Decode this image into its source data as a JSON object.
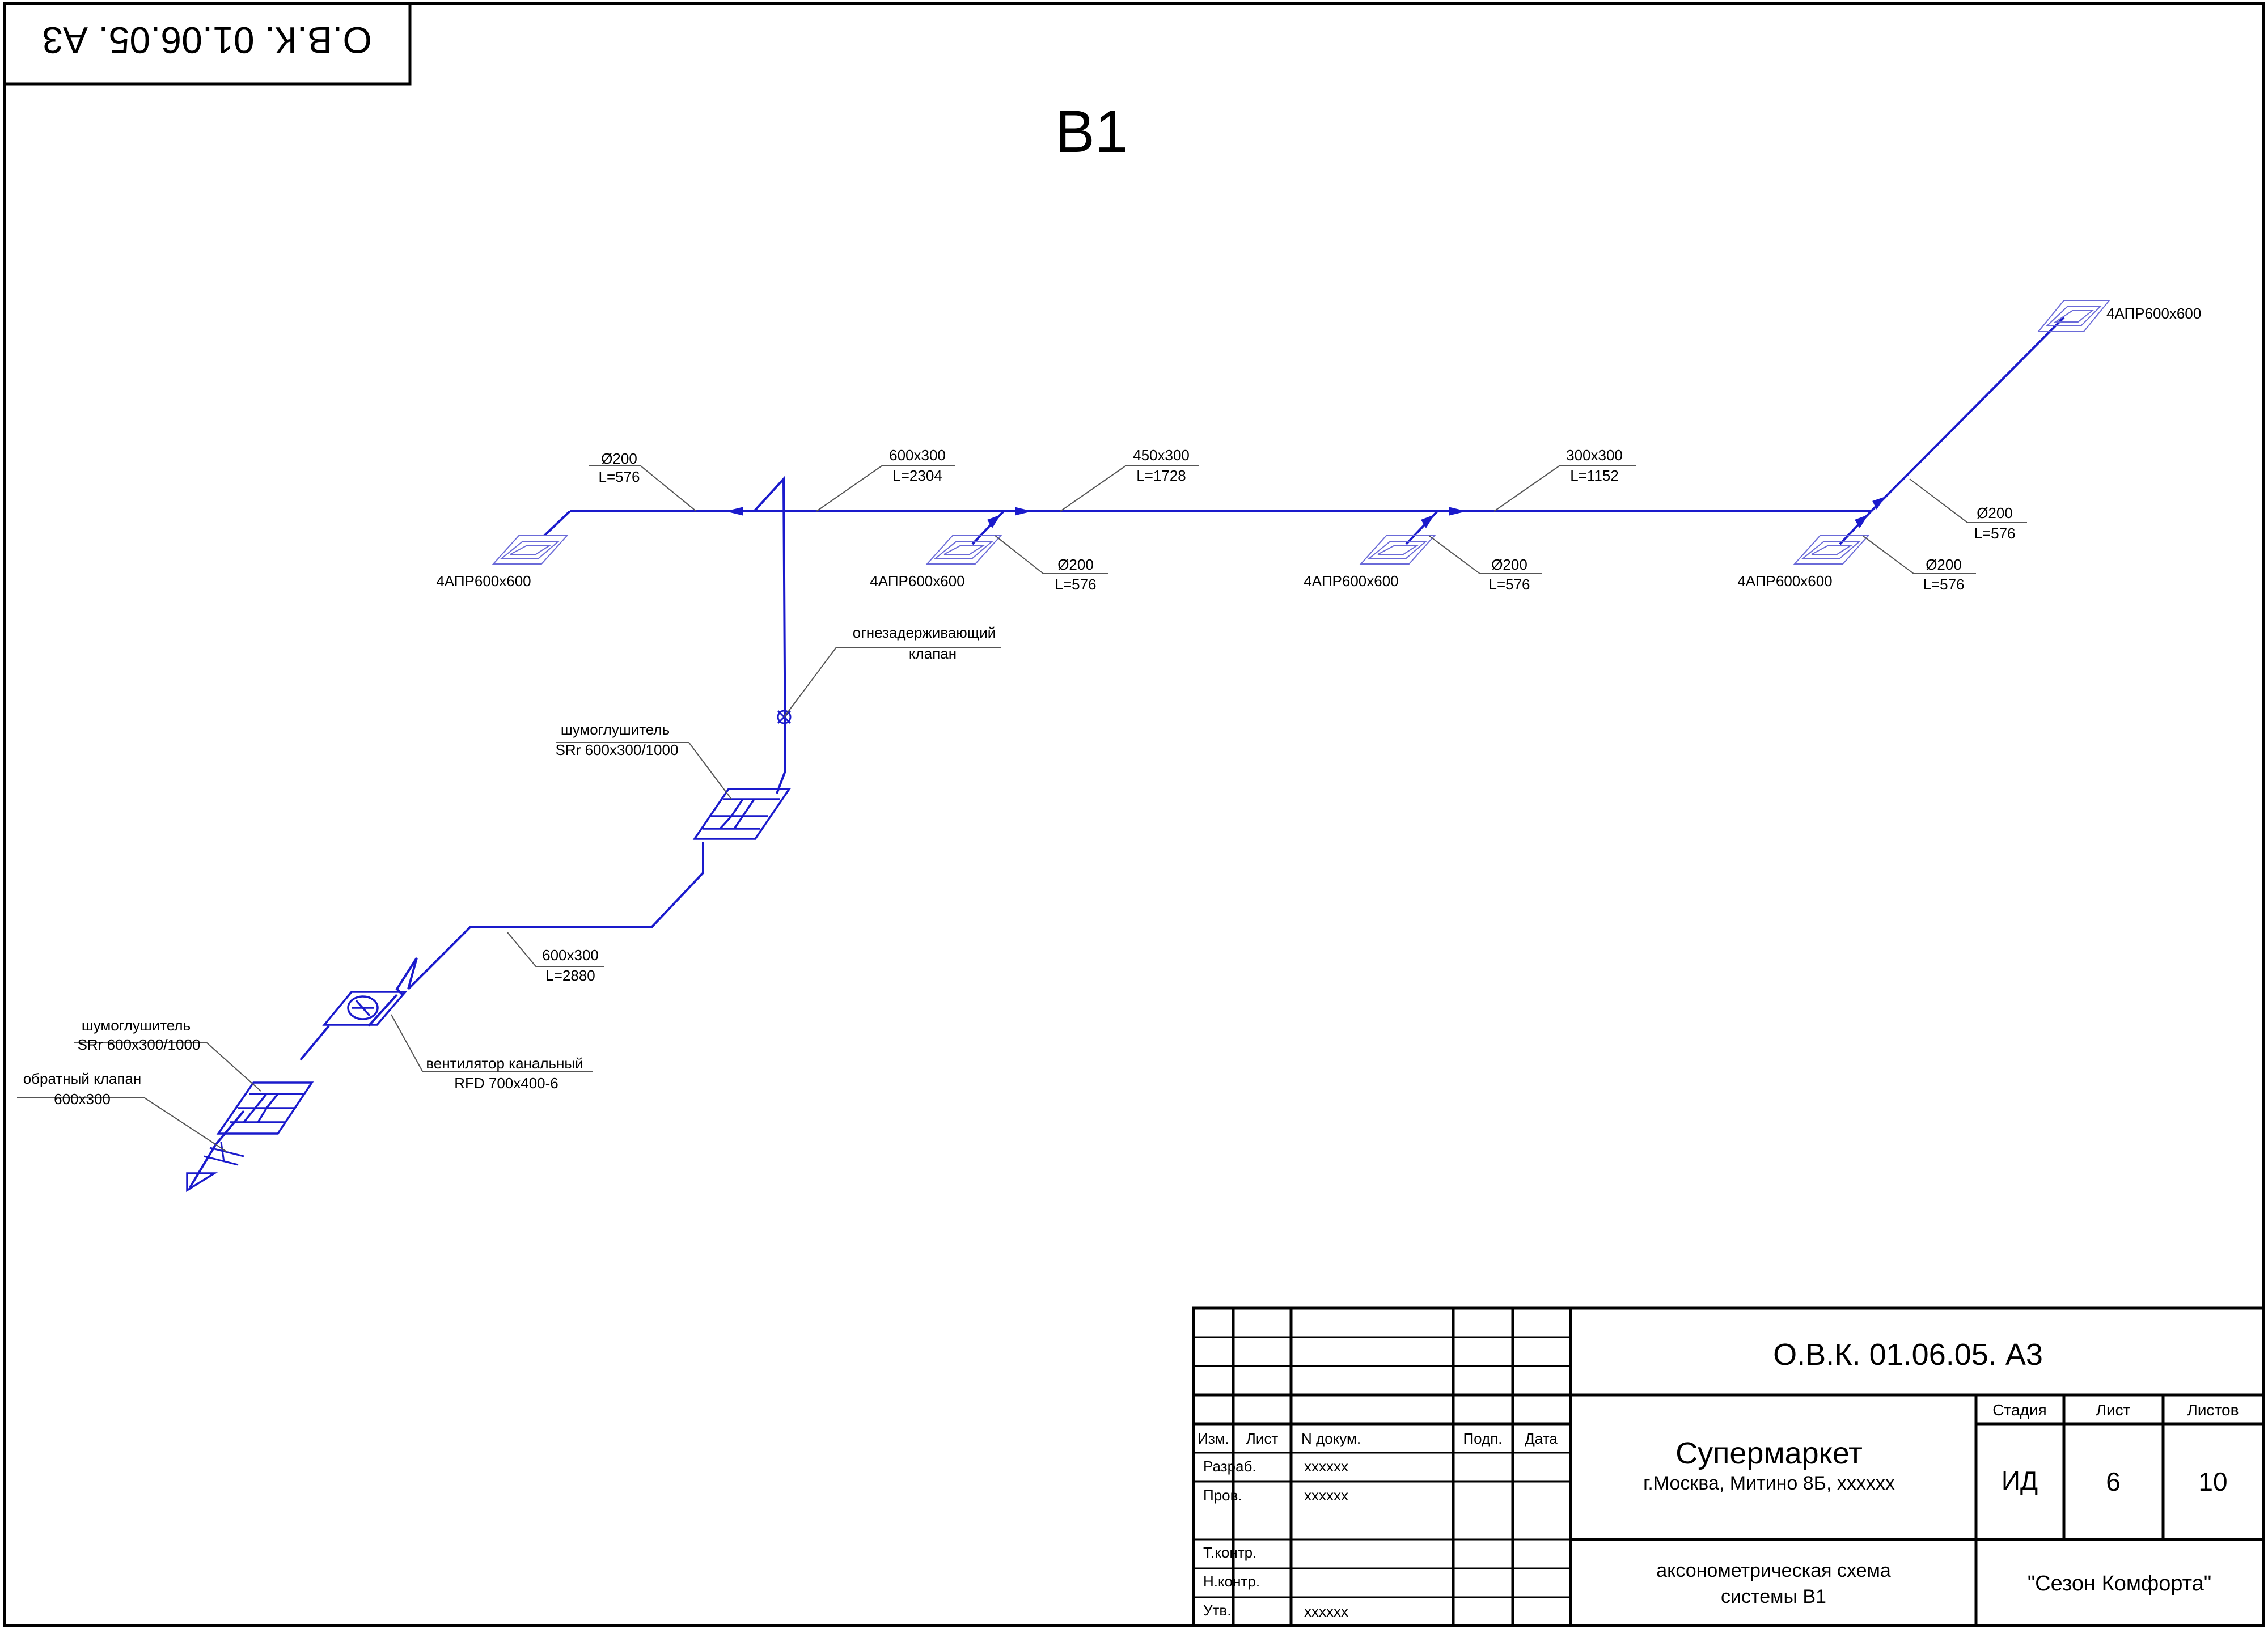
{
  "stamp": {
    "code": "О.В.К. 01.06.05. А3"
  },
  "drawing": {
    "title": "В1",
    "grilles": {
      "g1": "4АПР600х600",
      "g2": "4АПР600х600",
      "g3": "4АПР600х600",
      "g4": "4АПР600х600",
      "g5": "4АПР600х600"
    },
    "labels": {
      "d200_left": {
        "size": "Ø200",
        "len": "L=576"
      },
      "seg1": {
        "size": "600х300",
        "len": "L=2304"
      },
      "seg2": {
        "size": "450х300",
        "len": "L=1728"
      },
      "seg3": {
        "size": "300х300",
        "len": "L=1152"
      },
      "d200_b2": {
        "size": "Ø200",
        "len": "L=576"
      },
      "d200_b3": {
        "size": "Ø200",
        "len": "L=576"
      },
      "d200_b4": {
        "size": "Ø200",
        "len": "L=576"
      },
      "d200_diag": {
        "size": "Ø200",
        "len": "L=576"
      },
      "fire_valve": {
        "line1": "огнезадерживающий",
        "line2": "клапан"
      },
      "silencer_top": {
        "line1": "шумоглушитель",
        "line2": "SRr 600x300/1000"
      },
      "seg_low": {
        "size": "600х300",
        "len": "L=2880"
      },
      "fan": {
        "line1": "вентилятор канальный",
        "line2": "RFD 700x400-6"
      },
      "silencer_bottom": {
        "line1": "шумоглушитель",
        "line2": "SRr 600x300/1000"
      },
      "check_valve": {
        "line1": "обратный клапан",
        "line2": "600х300"
      }
    }
  },
  "title_block": {
    "doc_code": "О.В.К. 01.06.05. А3",
    "headers": {
      "izm": "Изм.",
      "list": "Лист",
      "ndoc": "N докум.",
      "podp": "Подп.",
      "data": "Дата"
    },
    "rows": {
      "razrab": {
        "role": "Разраб.",
        "name": "xxxxxx"
      },
      "prov": {
        "role": "Пров.",
        "name": "xxxxxx"
      },
      "tkontr": {
        "role": "Т.контр."
      },
      "nkontr": {
        "role": "Н.контр."
      },
      "utv": {
        "role": "Утв.",
        "name": "xxxxxx"
      }
    },
    "project": {
      "name": "Супермаркет",
      "address": "г.Москва, Митино 8Б, xxxxxx"
    },
    "sheet_title": {
      "line1": "аксонометрическая схема",
      "line2": "системы В1"
    },
    "stage": {
      "label": "Стадия",
      "value": "ИД"
    },
    "sheet": {
      "label": "Лист",
      "value": "6"
    },
    "sheets": {
      "label": "Листов",
      "value": "10"
    },
    "company": "\"Сезон Комфорта\""
  },
  "colors": {
    "duct": "#1a1acc",
    "grille": "#6a6ad8",
    "leader": "#555555",
    "frame": "#000000"
  }
}
